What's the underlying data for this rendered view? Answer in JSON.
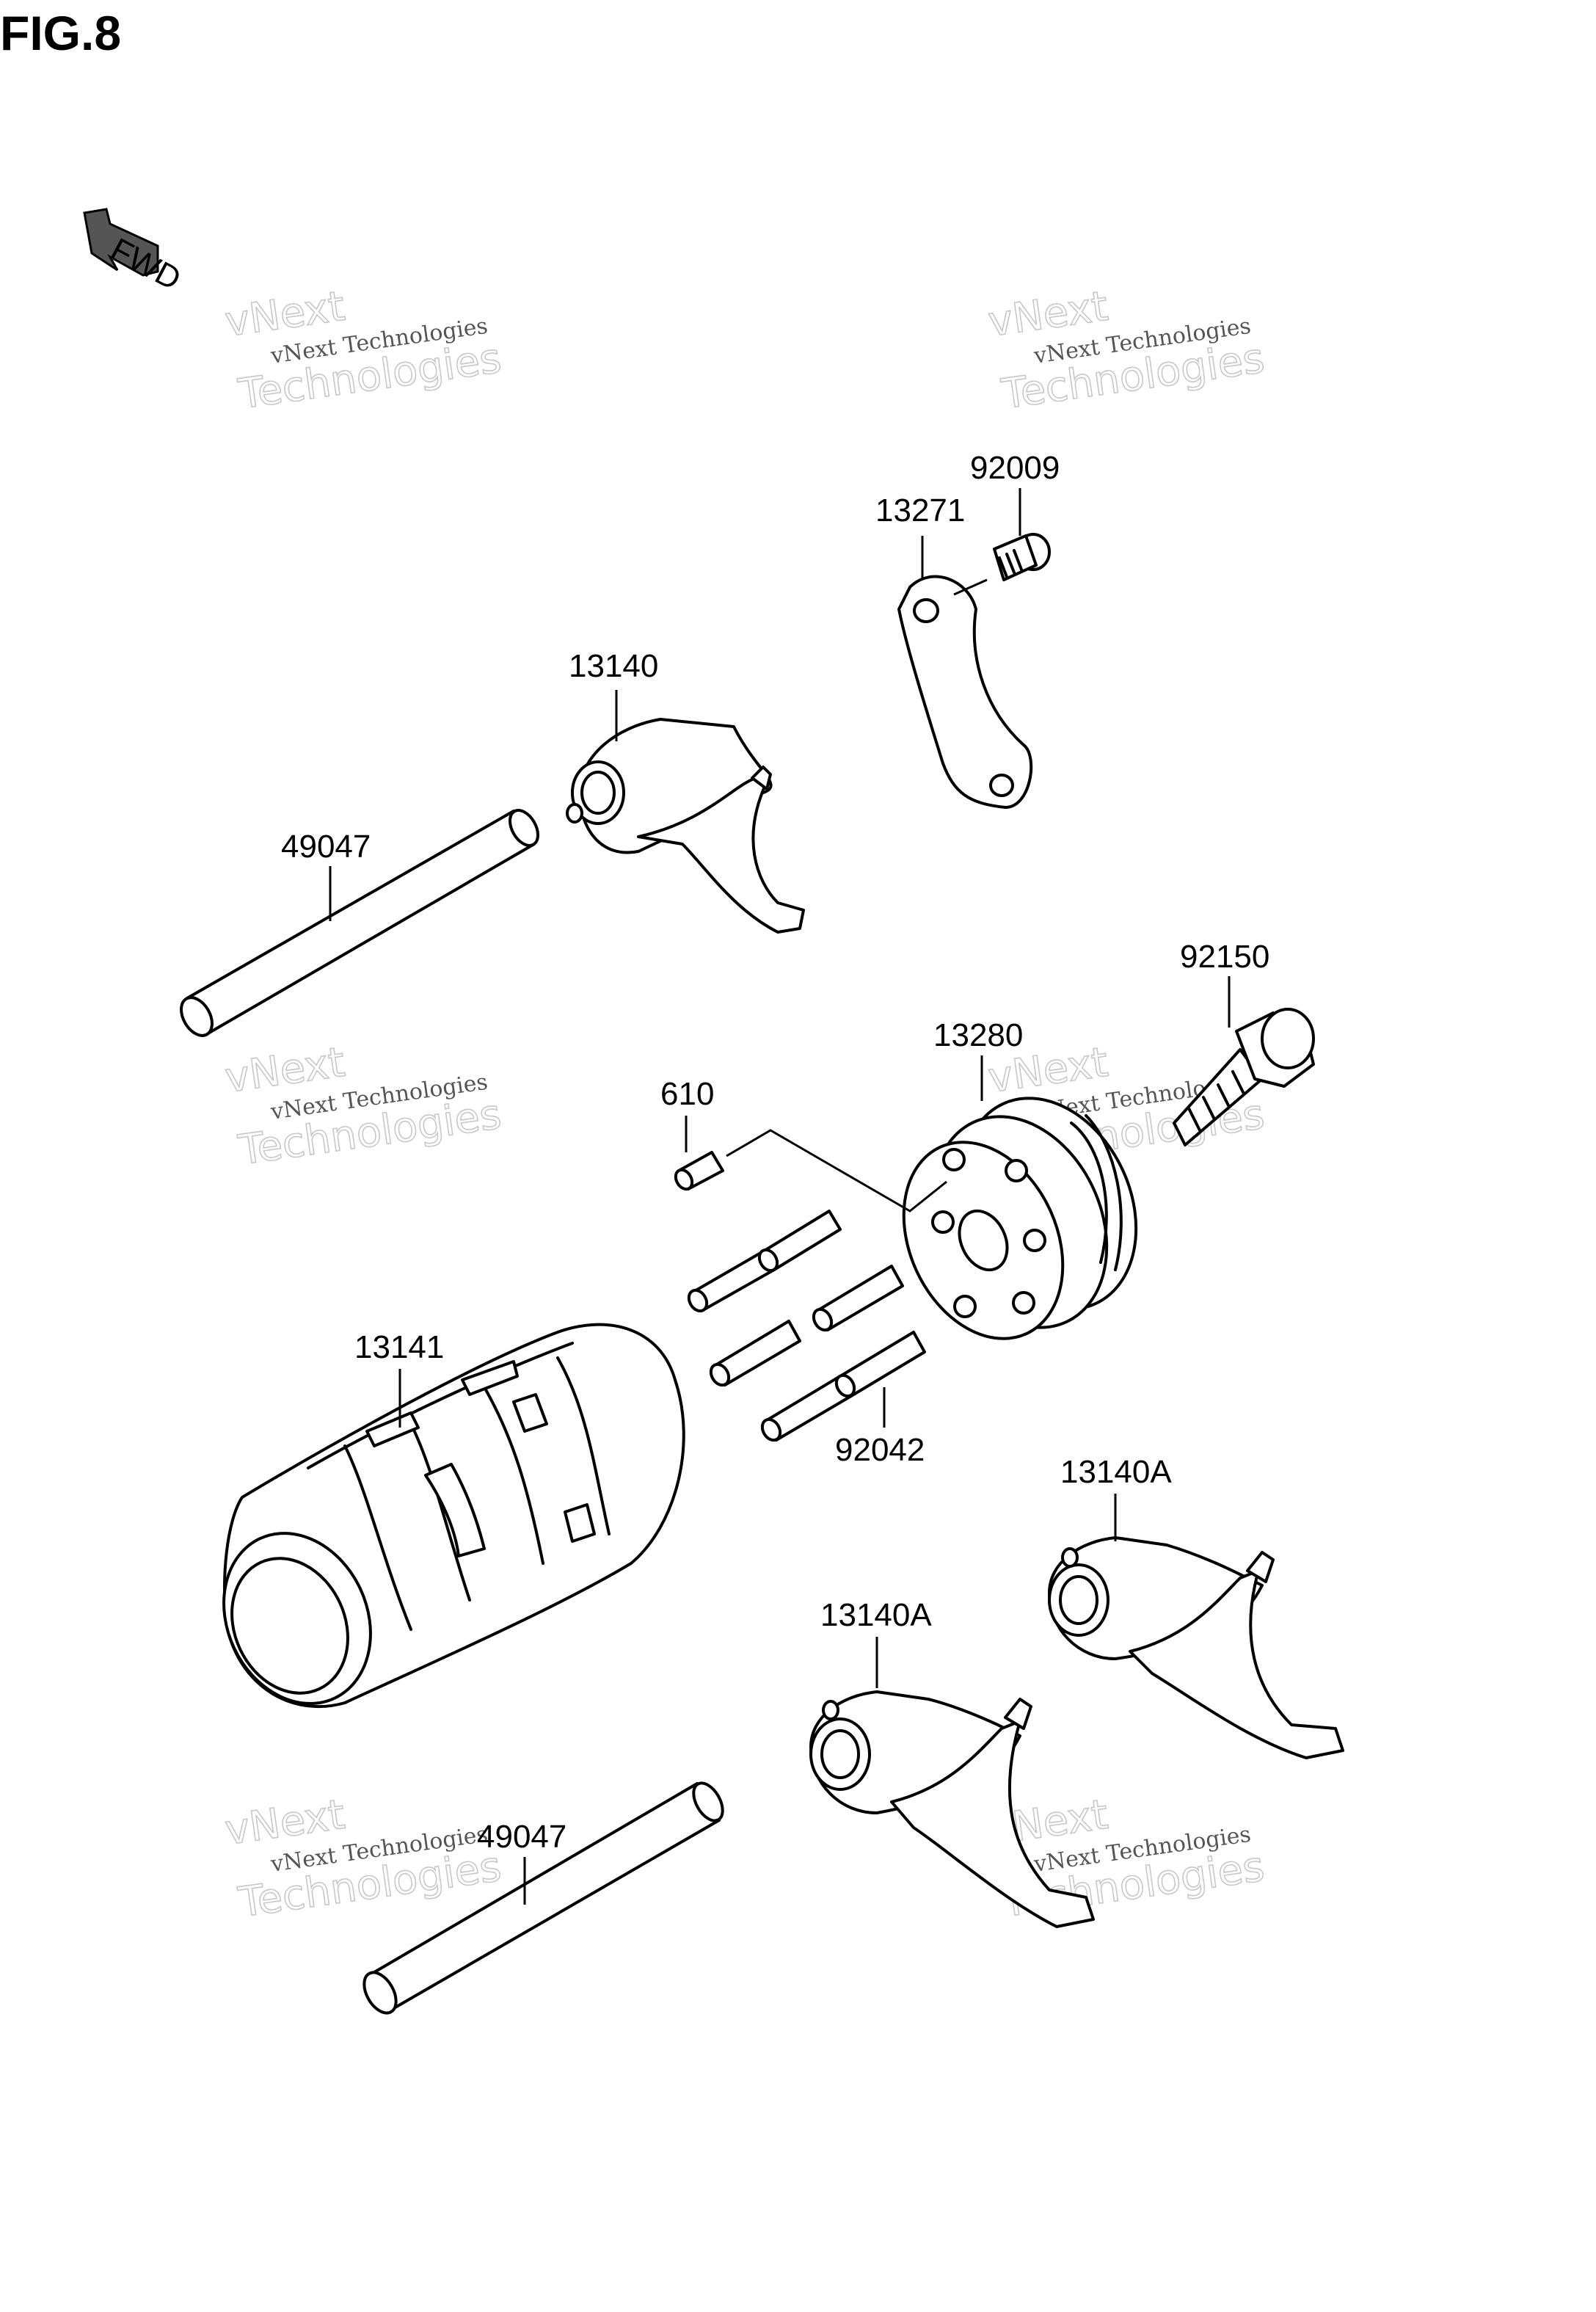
{
  "figure": {
    "title": "FIG.8"
  },
  "fwd_badge": {
    "text": "FWD",
    "icon": "fwd-arrow-icon"
  },
  "watermark": {
    "line1": "vNext Technologies",
    "line2": "vNext",
    "line3": "Technologies"
  },
  "callouts": {
    "c92009": "92009",
    "c13271": "13271",
    "c13140": "13140",
    "c49047_top": "49047",
    "c92150": "92150",
    "c13280": "13280",
    "c610": "610",
    "c13141": "13141",
    "c92042": "92042",
    "c13140A_right": "13140A",
    "c13140A_left": "13140A",
    "c49047_bottom": "49047"
  }
}
